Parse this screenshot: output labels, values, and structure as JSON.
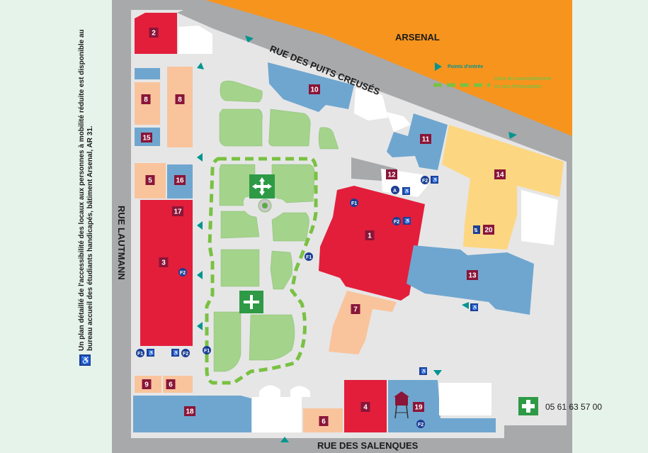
{
  "labels": {
    "arsenal": "ARSENAL",
    "rue_puits": "RUE DES PUITS CREUSÉS",
    "rue_lautmann": "RUE LAUTMANN",
    "rue_salenques": "RUE DES SALENQUES",
    "phone": "05 61 63 57 00"
  },
  "legend": {
    "entry": "Points d'entrée",
    "gathering_line1": "Zone de rassemblement",
    "gathering_line2": "en cas d'évacuation"
  },
  "side_note": {
    "line1": "Un plan détaillé de l'accessibilité des locaux aux personnes à mobilité réduite est disponible au",
    "line2": "bureau accueil des étudiants handicapés, bâtiment Arsenal, AR 31."
  },
  "buildings": [
    "1",
    "2",
    "3",
    "4",
    "5",
    "6",
    "6",
    "7",
    "8",
    "8",
    "9",
    "10",
    "11",
    "12",
    "13",
    "14",
    "15",
    "16",
    "17",
    "18",
    "19",
    "20"
  ],
  "icon_labels": {
    "floor1": "F1",
    "floor2": "F2",
    "A": "A",
    "lift": "⇅"
  },
  "colors": {
    "red": "#e31e3b",
    "blue": "#6fa6cf",
    "peach": "#f9c49c",
    "yellow": "#fdd681",
    "green": "#a4d38b",
    "orange": "#f7941d",
    "road": "#a8a9ab",
    "ground": "#e5e5e6",
    "teal": "#00958f",
    "maroon": "#8a1538",
    "navy": "#1c3f94",
    "dashed_green": "#7ac142"
  }
}
